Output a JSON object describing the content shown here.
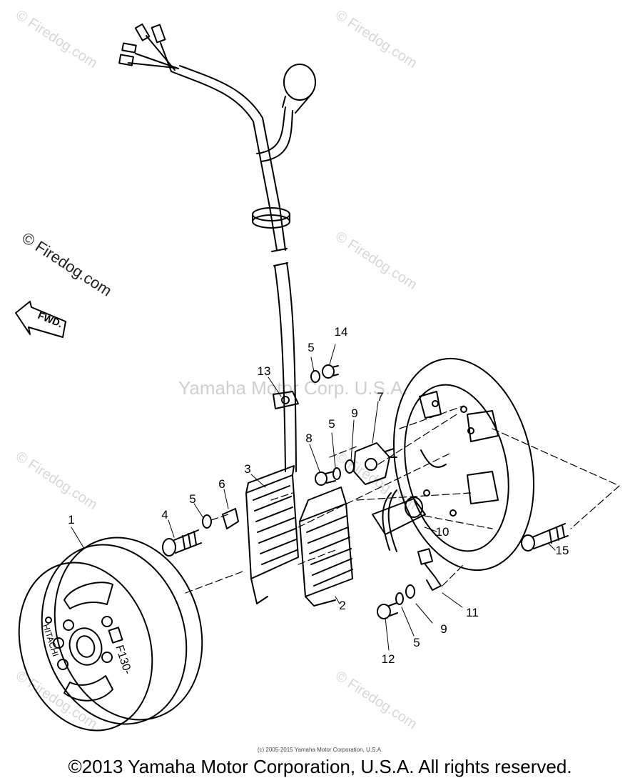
{
  "watermarks": {
    "repeated": "© Firedog.com",
    "left": "© Firedog.com",
    "center": "Yamaha Motor Corp. U.S.A."
  },
  "fwd_arrow": {
    "label": "FWD."
  },
  "flywheel": {
    "brand": "HITACHI",
    "model": "F130-"
  },
  "callouts": {
    "c1": "1",
    "c2": "2",
    "c3": "3",
    "c4": "4",
    "c5a": "5",
    "c5b": "5",
    "c5c": "5",
    "c5d": "5",
    "c6": "6",
    "c7": "7",
    "c8": "8",
    "c9a": "9",
    "c9b": "9",
    "c10": "10",
    "c11": "11",
    "c12": "12",
    "c13": "13",
    "c14": "14",
    "c15": "15"
  },
  "small_copyright": "(c) 2005-2015 Yamaha Motor Corporation, U.S.A.",
  "footer": "©2013 Yamaha Motor Corporation, U.S.A. All rights reserved."
}
